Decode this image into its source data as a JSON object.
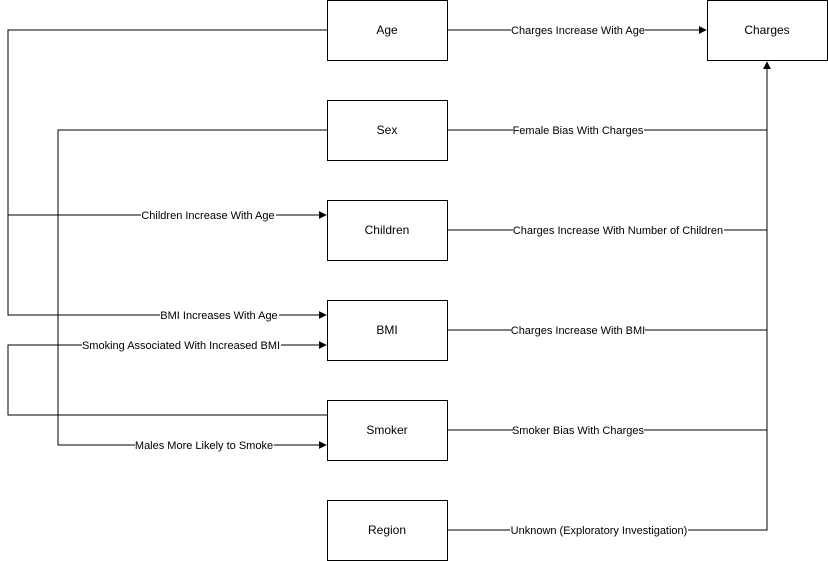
{
  "nodes": {
    "age": "Age",
    "sex": "Sex",
    "children": "Children",
    "bmi": "BMI",
    "smoker": "Smoker",
    "region": "Region",
    "charges": "Charges"
  },
  "edges": {
    "age_charges": "Charges Increase With Age",
    "sex_charges": "Female Bias With Charges",
    "children_charges": "Charges Increase With Number of Children",
    "bmi_charges": "Charges Increase With BMI",
    "smoker_charges": "Smoker Bias With Charges",
    "region_charges": "Unknown (Exploratory Investigation)",
    "age_children": "Children Increase With Age",
    "age_bmi": "BMI Increases With Age",
    "smoker_bmi": "Smoking Associated With Increased BMI",
    "sex_smoker": "Males More Likely to Smoke"
  }
}
